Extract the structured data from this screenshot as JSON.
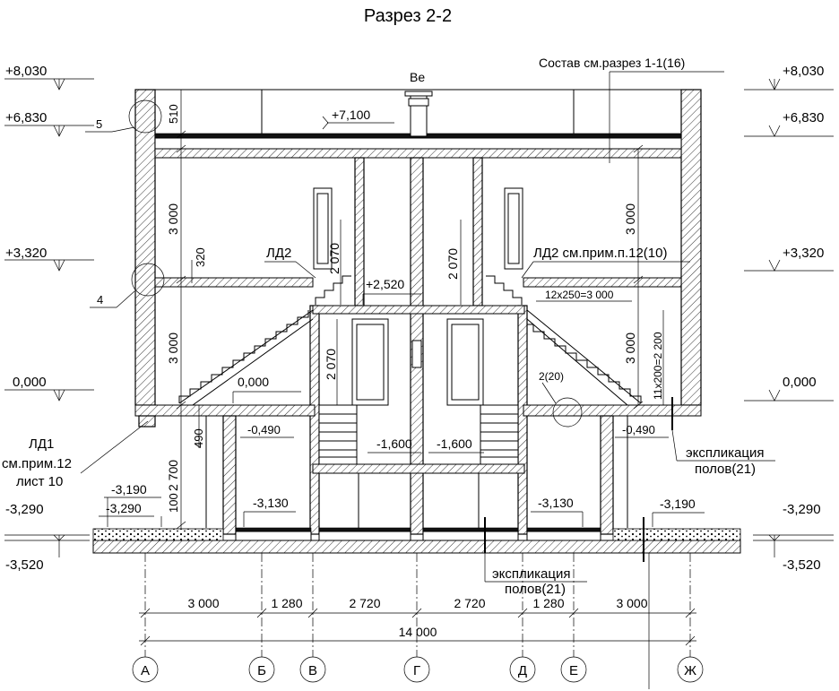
{
  "title": "Разрез 2-2",
  "roof_note": "Состав см.разрез 1-1(16)",
  "vent_label": "Ве",
  "levels_left": [
    "+8,030",
    "+6,830",
    "+3,320",
    "0,000",
    "-3,290",
    "-3,520"
  ],
  "levels_right": [
    "+8,030",
    "+6,830",
    "+3,320",
    "0,000",
    "-3,290",
    "-3,520"
  ],
  "inner_levels": {
    "roof": "+7,100",
    "landing": "+2,520",
    "ground_left": "0,000",
    "step_left": "-0,490",
    "step_right": "-0,490",
    "basement_left": "-1,600",
    "basement_right": "-1,600",
    "floor_left_a": "-3,190",
    "floor_left_b": "-3,290",
    "floor_left_c": "-3,130",
    "floor_right_a": "-3,130",
    "floor_right_b": "-3,190"
  },
  "node_markers": {
    "top": "5",
    "mid": "4",
    "stair": "2(20)"
  },
  "vertical_dims": {
    "d510": "510",
    "d3000_top_left": "3 000",
    "d3000_top_right": "3 000",
    "d320": "320",
    "d3000_mid_left": "3 000",
    "d3000_mid_right": "3 000",
    "d2070_a": "2 070",
    "d2070_b": "2 070",
    "d2070_c": "2 070",
    "d2700": "2 700",
    "d490": "490",
    "d100": "100",
    "stair_rise": "11x200=2 200"
  },
  "stair_run": "12x250=3 000",
  "labels": {
    "ld2_left": "ЛД2",
    "ld2_right": "ЛД2 см.прим.п.12(10)",
    "ld1_line1": "ЛД1",
    "ld1_line2": "см.прим.12",
    "ld1_line3": "лист 10",
    "expl_right_line1": "экспликация",
    "expl_right_line2": "полов(21)",
    "expl_bottom_line1": "экспликация",
    "expl_bottom_line2": "полов(21)"
  },
  "dimensions": {
    "segments": [
      "3 000",
      "1 280",
      "2 720",
      "2 720",
      "1 280",
      "3 000"
    ],
    "total": "14 000"
  },
  "axes": [
    "А",
    "Б",
    "В",
    "Г",
    "Д",
    "Е",
    "Ж"
  ]
}
